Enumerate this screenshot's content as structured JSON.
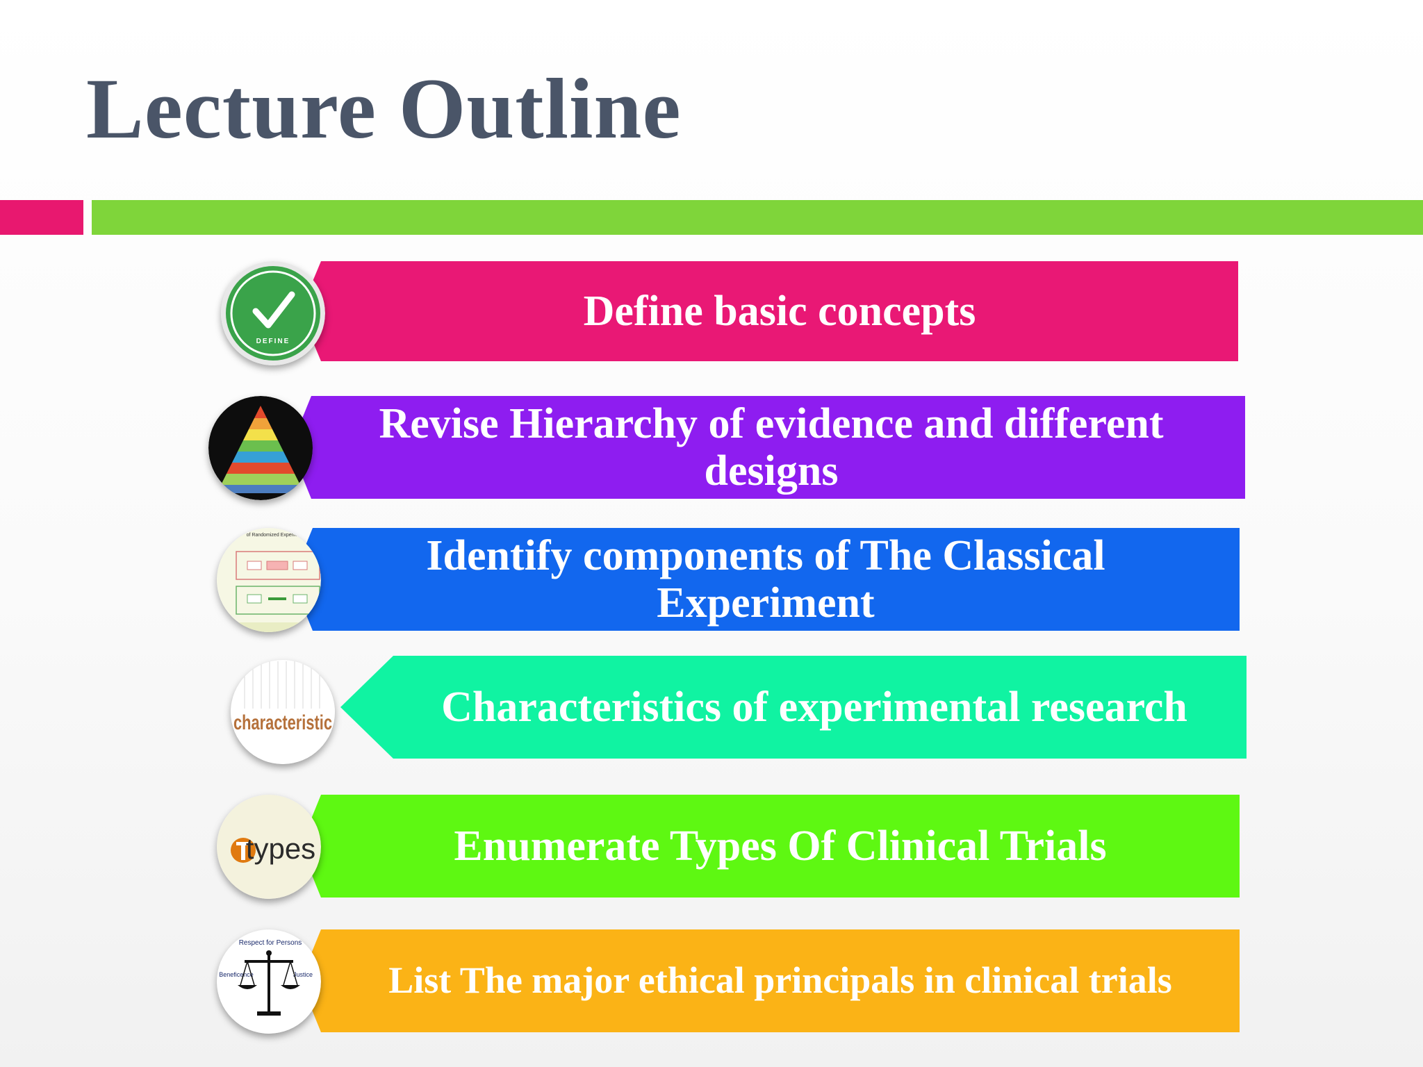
{
  "slide": {
    "title": "Lecture Outline"
  },
  "items": [
    {
      "label": "Define basic concepts",
      "icon": "define-checkmark-icon",
      "color": "#e91875",
      "icon_text": "DEFINE"
    },
    {
      "label": "Revise Hierarchy of evidence and different designs",
      "icon": "evidence-pyramid-icon",
      "color": "#8e1df0"
    },
    {
      "label": "Identify components of The Classical Experiment",
      "icon": "randomized-experiment-diagram-icon",
      "color": "#1267ee",
      "icon_text": "of Randomized Experim"
    },
    {
      "label": "Characteristics of experimental research",
      "icon": "characteristic-word-icon",
      "color": "#10f3a2",
      "icon_text": "characteristic"
    },
    {
      "label": "Enumerate Types Of Clinical Trials",
      "icon": "types-logo-icon",
      "color": "#5ef812",
      "icon_text": "types"
    },
    {
      "label": "List The major ethical principals in clinical trials",
      "icon": "scales-of-justice-icon",
      "color": "#fbb316",
      "icon_labels": [
        "Respect for Persons",
        "Beneficence",
        "Justice"
      ]
    }
  ],
  "accents": {
    "pink": "#e8186f",
    "green": "#7fd53a",
    "title_color": "#4a5568"
  }
}
